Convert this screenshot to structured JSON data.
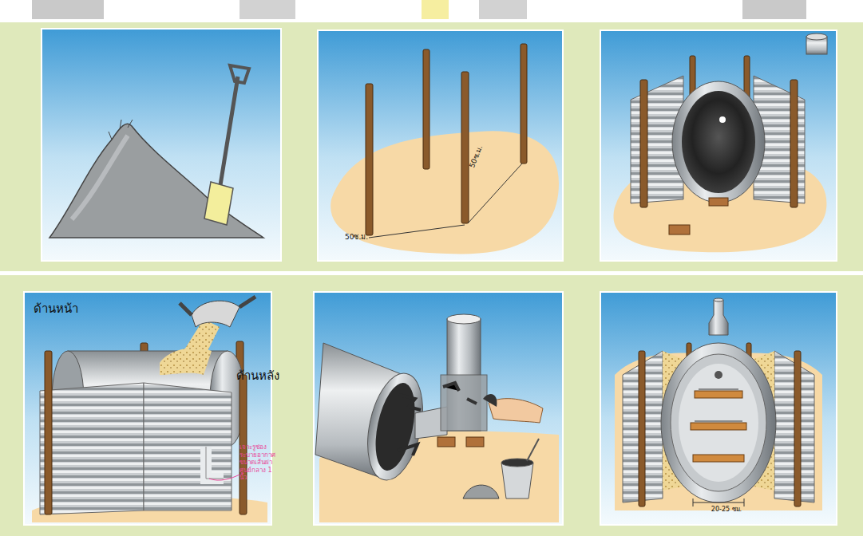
{
  "diagram": {
    "labels": [
      "50ซ.ม.",
      "50ซ.ม.",
      "ด้านหน้า",
      "ด้านหลัง",
      "เจาะรูช่อง ระบายอากาศ ขนาดเส้นผ่า ศูนย์กลาง 1 นิ้ว",
      "20-25 ซม."
    ]
  }
}
